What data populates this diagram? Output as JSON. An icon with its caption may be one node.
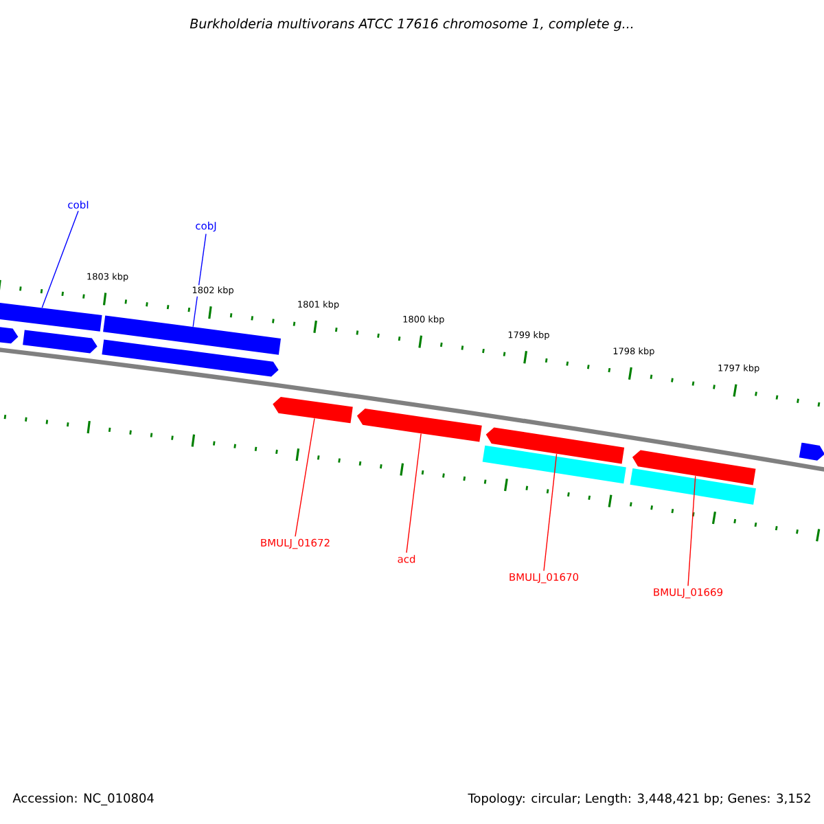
{
  "diagram": {
    "nodes": [
      {
        "text": [
          "cobI"
        ]
      },
      {
        "text": [
          "cobJ"
        ]
      },
      {
        "text": [],
        "shape": "bar"
      },
      {
        "text": [],
        "shape": "bar"
      },
      {
        "text": [],
        "shape": "pentagon"
      },
      {
        "text": [],
        "shape": "pentagon"
      },
      {
        "text": [],
        "shape": "pentagon"
      },
      {
        "text": [],
        "shape": "pentagon"
      },
      {
        "text": [],
        "shape": "pentagon"
      },
      {
        "text": [],
        "shape": "pentagon"
      },
      {
        "text": [],
        "shape": "pentagon"
      },
      {
        "text": [],
        "shape": "pentagon"
      },
      {
        "text": [],
        "shape": "bar"
      },
      {
        "text": [],
        "shape": "bar"
      },
      {
        "text": [
          "BMULJ_01672"
        ]
      },
      {
        "text": [
          "acd"
        ]
      },
      {
        "text": [
          "BMULJ_01670"
        ]
      },
      {
        "text": [
          "BMULJ_01669"
        ]
      }
    ],
    "edges": [
      {
        "from": 0,
        "to": 2,
        "arrow": "none",
        "color": "#0000ff"
      },
      {
        "from": 1,
        "to": 3,
        "arrow": "none",
        "color": "#0000ff"
      },
      {
        "from": 14,
        "to": 7,
        "arrow": "none"
      },
      {
        "from": 15,
        "to": 8,
        "arrow": "none"
      },
      {
        "from": 16,
        "to": 9,
        "arrow": "none"
      },
      {
        "from": 17,
        "to": 10,
        "arrow": "none"
      }
    ],
    "labels": [
      "Burkholderia multivorans ATCC 17616 chromosome 1, complete g...",
      "1803 kbp",
      "1802 kbp",
      "1801 kbp",
      "1800 kbp",
      "1799 kbp",
      "1798 kbp",
      "1797 kbp",
      "Accession: NC_010804",
      "Topology: circular; Length: 3,448,421 bp; Genes: 3,152"
    ]
  }
}
